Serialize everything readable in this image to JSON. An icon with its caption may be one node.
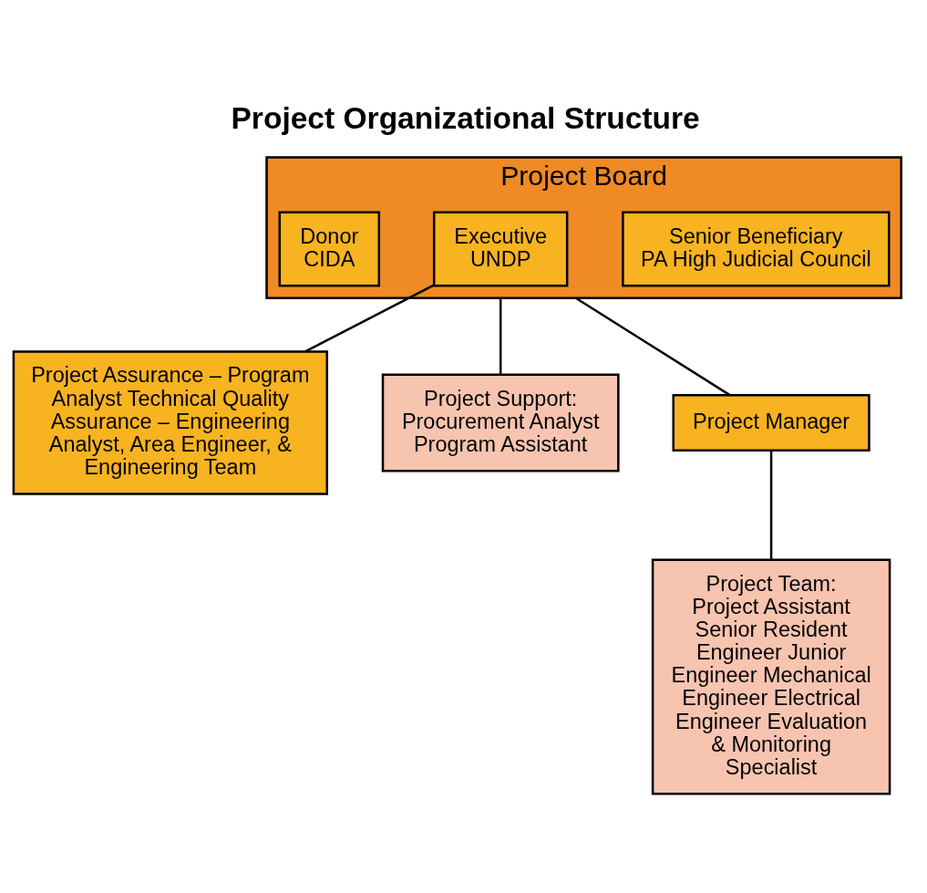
{
  "diagram": {
    "title": "Project Organizational Structure",
    "nodes": [
      {
        "text": [
          "Project Board"
        ]
      },
      {
        "text": [
          "Senior Beneficiary",
          "PA High Judicial Council"
        ],
        "in": 0
      },
      {
        "text": [
          "Executive",
          "UNDP"
        ],
        "in": 0
      },
      {
        "text": [
          "Donor",
          "CIDA"
        ],
        "in": 0
      },
      {
        "text": [
          "Project Assurance – Program Analyst Technical Quality Assurance – Engineering Analyst, Area Engineer, & Engineering Team"
        ]
      },
      {
        "text": [
          "Project Support:",
          "Procurement Analyst Program Assistant"
        ]
      },
      {
        "text": [
          "Project Manager"
        ]
      },
      {
        "text": [
          "Project Team: Project Assistant Senior Resident Engineer Junior Engineer Mechanical Engineer Electrical Engineer Evaluation & Monitoring Specialist"
        ]
      }
    ],
    "edges": [
      {
        "from": 2,
        "to": 4,
        "arrow": "none"
      },
      {
        "from": 0,
        "to": 5,
        "arrow": "none"
      },
      {
        "from": 0,
        "to": 6,
        "arrow": "none"
      },
      {
        "from": 6,
        "to": 7,
        "arrow": "none"
      }
    ]
  }
}
